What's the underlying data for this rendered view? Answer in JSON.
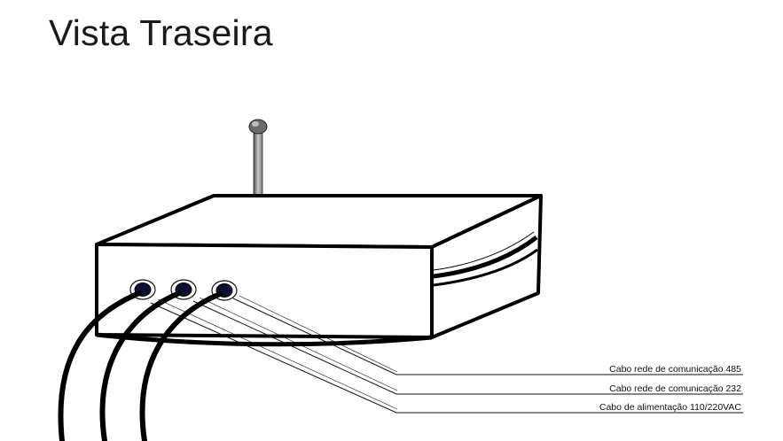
{
  "page": {
    "title": "Vista Traseira"
  },
  "diagram": {
    "callouts": [
      {
        "label": "Cabo rede de comunicação 485"
      },
      {
        "label": "Cabo rede de comunicação 232"
      },
      {
        "label": "Cabo de alimentação 110/220VAC"
      }
    ]
  },
  "colors": {
    "ink": "#000000",
    "connector": "#0d1030",
    "antenna_dark": "#555555",
    "antenna_light": "#d8d8d8"
  }
}
